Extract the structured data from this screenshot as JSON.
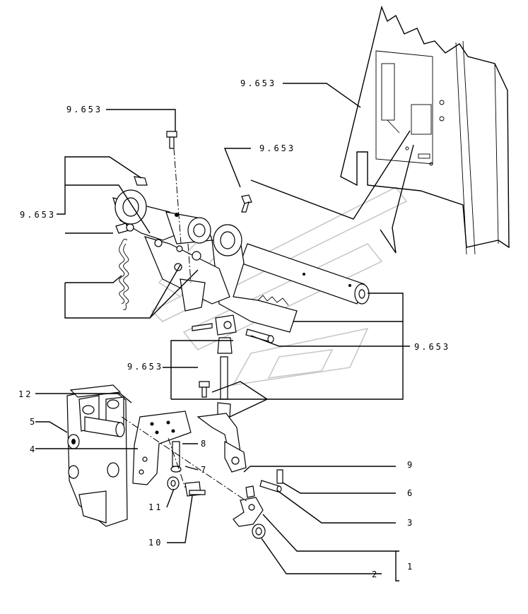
{
  "labels": {
    "ref_top_right": "9.653",
    "ref_top_left": "9.653",
    "ref_top_mid": "9.653",
    "ref_left": "9.653",
    "ref_right": "9.653",
    "ref_mid_left": "9.653",
    "n12": "12",
    "n5": "5",
    "n4": "4",
    "n8": "8",
    "n7": "7",
    "n11": "11",
    "n10": "10",
    "n9": "9",
    "n6": "6",
    "n3": "3",
    "n2": "2",
    "n1": "1"
  }
}
